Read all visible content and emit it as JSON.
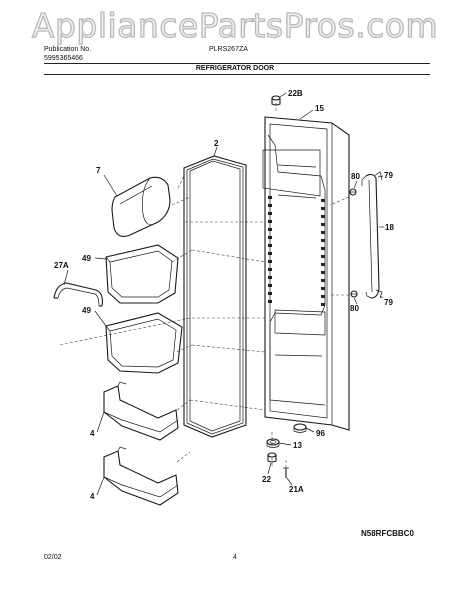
{
  "watermark": "AppliancePartsPros.com",
  "header": {
    "publication_label": "Publication No.",
    "publication_number": "5995365466",
    "model": "PLRS267ZA",
    "section_title": "REFRIGERATOR DOOR"
  },
  "footer": {
    "date": "02/02",
    "page": "4",
    "drawing_code": "N58RFCBBC0"
  },
  "callouts": [
    "22B",
    "15",
    "2",
    "7",
    "80",
    "79",
    "18",
    "49",
    "27A",
    "49",
    "80",
    "79",
    "96",
    "13",
    "4",
    "22",
    "21A",
    "4"
  ]
}
